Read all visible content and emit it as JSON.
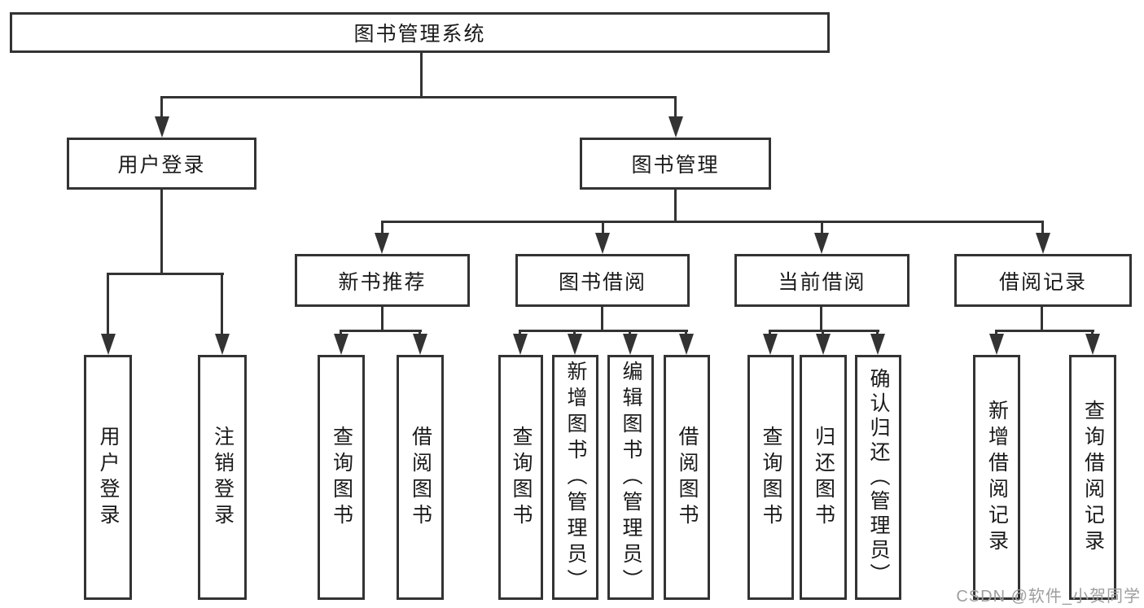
{
  "tree": {
    "label": "图书管理系统",
    "children": [
      {
        "label": "用户登录",
        "children": [
          {
            "label": "用户登录"
          },
          {
            "label": "注销登录"
          }
        ]
      },
      {
        "label": "图书管理",
        "children": [
          {
            "label": "新书推荐",
            "children": [
              {
                "label": "查询图书"
              },
              {
                "label": "借阅图书"
              }
            ]
          },
          {
            "label": "图书借阅",
            "children": [
              {
                "label": "查询图书"
              },
              {
                "label": "新增图书（管理员）"
              },
              {
                "label": "编辑图书（管理员）"
              },
              {
                "label": "借阅图书"
              }
            ]
          },
          {
            "label": "当前借阅",
            "children": [
              {
                "label": "查询图书"
              },
              {
                "label": "归还图书"
              },
              {
                "label": "确认归还（管理员）"
              }
            ]
          },
          {
            "label": "借阅记录",
            "children": [
              {
                "label": "新增借阅记录"
              },
              {
                "label": "查询借阅记录"
              }
            ]
          }
        ]
      }
    ]
  },
  "watermark": "CSDN @软件_小贺同学",
  "colors": {
    "line": "#333333",
    "text": "#1a1a1a",
    "watermark": "#9e9e9e",
    "background": "#ffffff"
  }
}
